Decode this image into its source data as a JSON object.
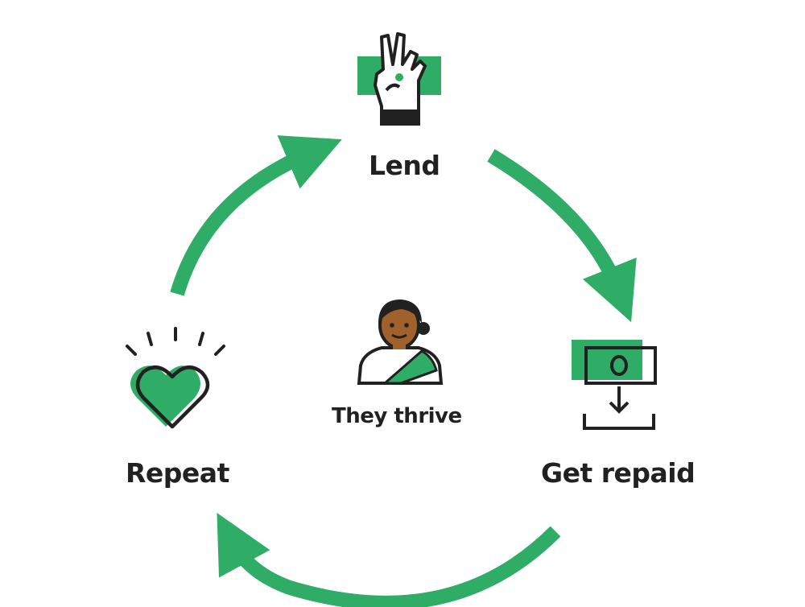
{
  "colors": {
    "accent": "#2fac66",
    "ink": "#212121",
    "skin": "#a0612a"
  },
  "steps": {
    "lend": {
      "label": "Lend",
      "icon": "peace-hand-money-icon"
    },
    "get_repaid": {
      "label": "Get repaid",
      "icon": "money-download-icon"
    },
    "repeat": {
      "label": "Repeat",
      "icon": "heart-icon"
    },
    "center": {
      "label": "They thrive",
      "icon": "borrower-woman-icon"
    }
  }
}
